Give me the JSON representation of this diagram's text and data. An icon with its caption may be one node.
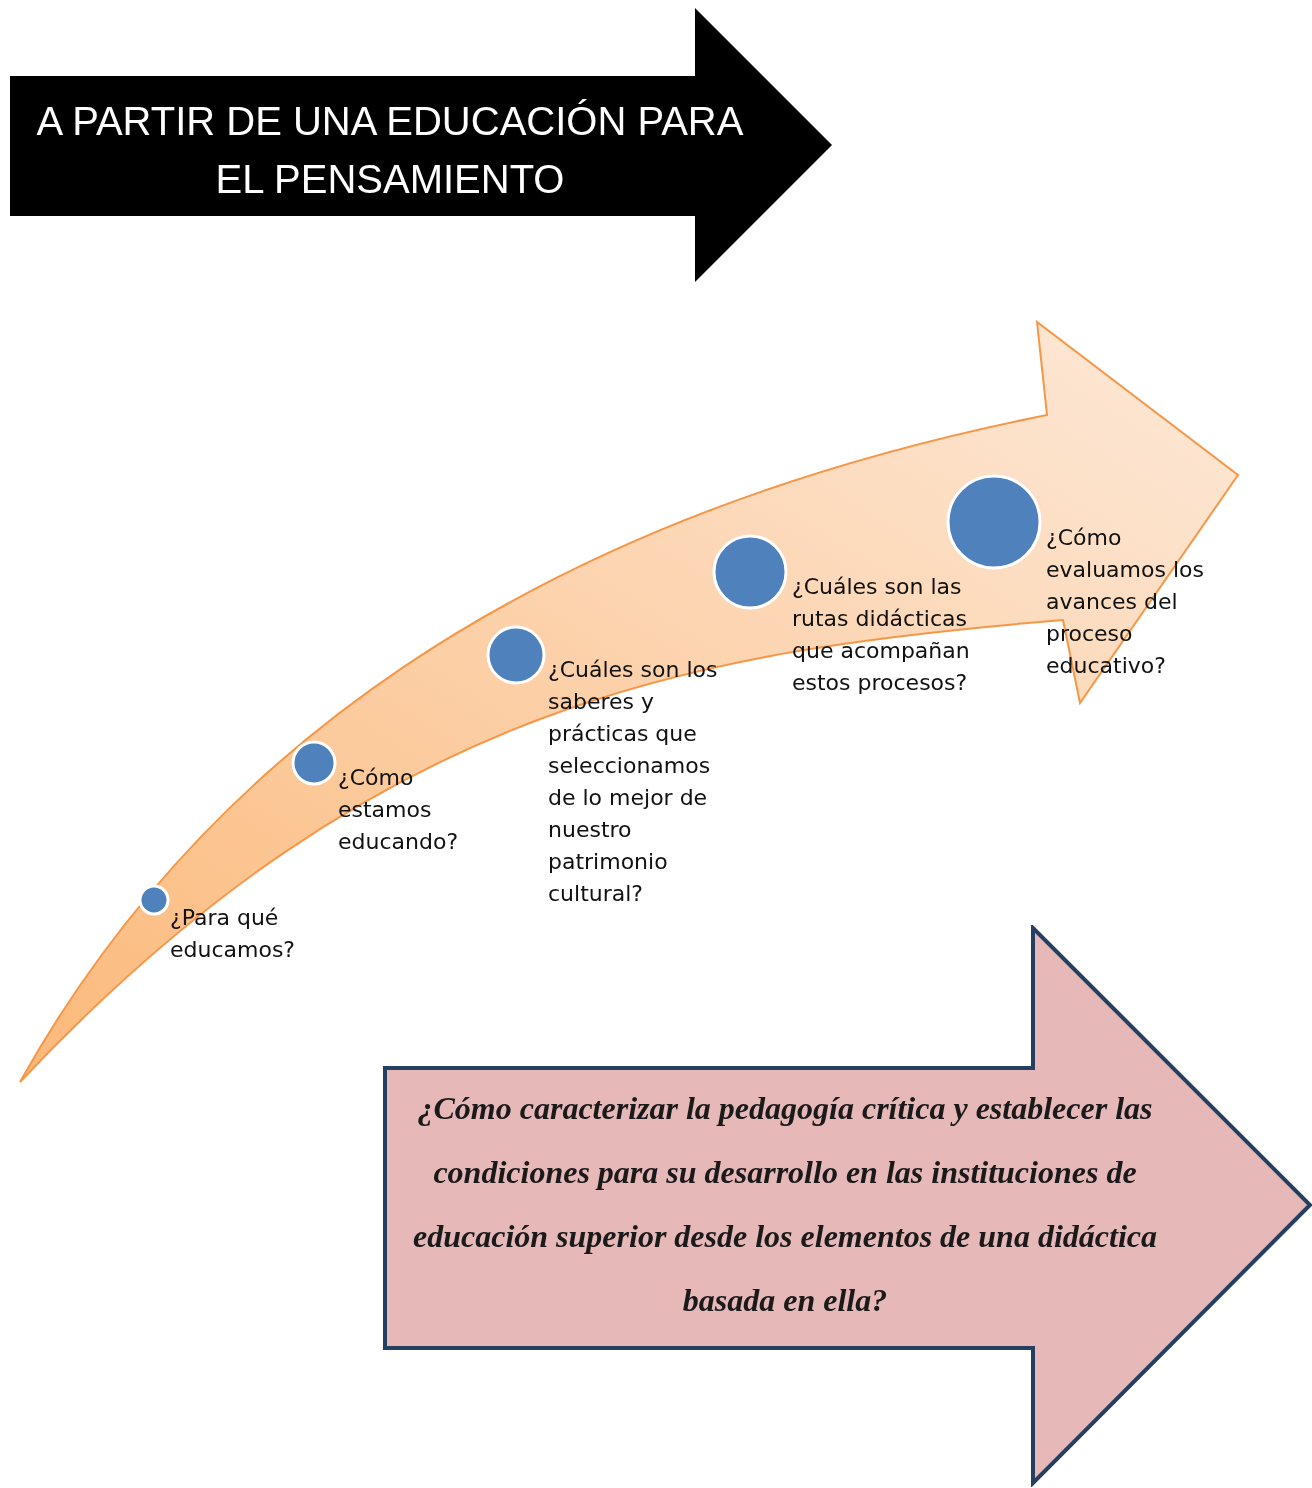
{
  "diagram": {
    "nodes": [
      {
        "text": [
          "A PARTIR DE UNA EDUCACIÓN PARA EL PENSAMIENTO"
        ]
      },
      {
        "text": [
          "¿Para qué educamos?"
        ]
      },
      {
        "text": [
          "¿Cómo estamos educando?"
        ]
      },
      {
        "text": [
          "¿Cuáles son los saberes y prácticas que seleccionamos de lo mejor de nuestro patrimonio cultural?"
        ]
      },
      {
        "text": [
          "¿Cuáles son las rutas didácticas que acompañan estos procesos?"
        ]
      },
      {
        "text": [
          "¿Cómo evaluamos los avances del proceso educativo?"
        ]
      },
      {
        "text": [
          "¿Cómo  caracterizar la pedagogía crítica  y establecer las condiciones para su desarrollo  en las instituciones de educación superior desde los elementos de una didáctica basada en ella?"
        ]
      }
    ]
  }
}
